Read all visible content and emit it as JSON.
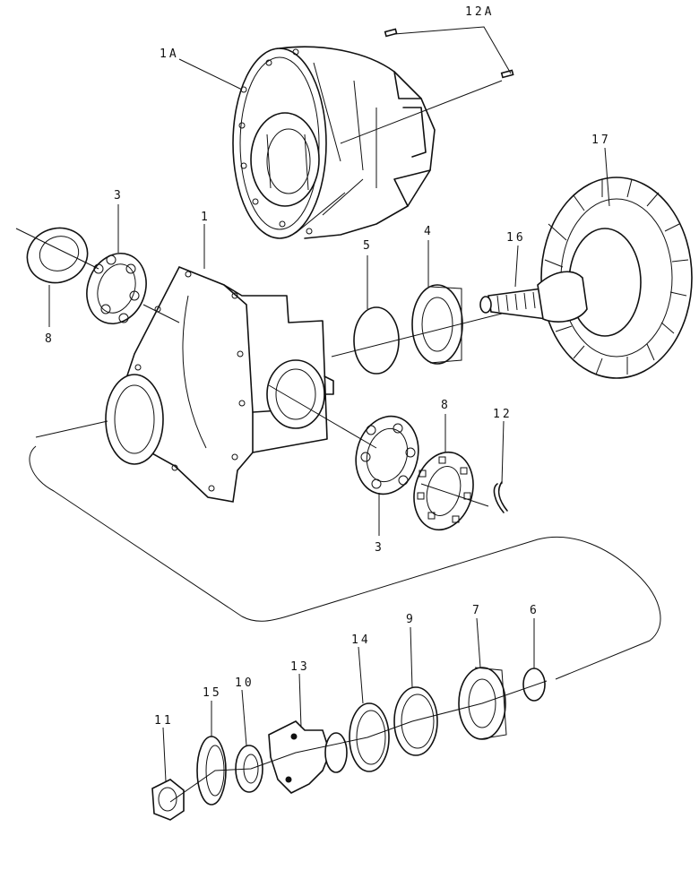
{
  "labels": {
    "part_1a": "1A",
    "part_12a": "12A",
    "part_17": "17",
    "part_3_top": "3",
    "part_1": "1",
    "part_5": "5",
    "part_4": "4",
    "part_16": "16",
    "part_8_left": "8",
    "part_8_right": "8",
    "part_12": "12",
    "part_3_bottom": "3",
    "part_14": "14",
    "part_9": "9",
    "part_7": "7",
    "part_6": "6",
    "part_13": "13",
    "part_15": "15",
    "part_10": "10",
    "part_11": "11"
  }
}
